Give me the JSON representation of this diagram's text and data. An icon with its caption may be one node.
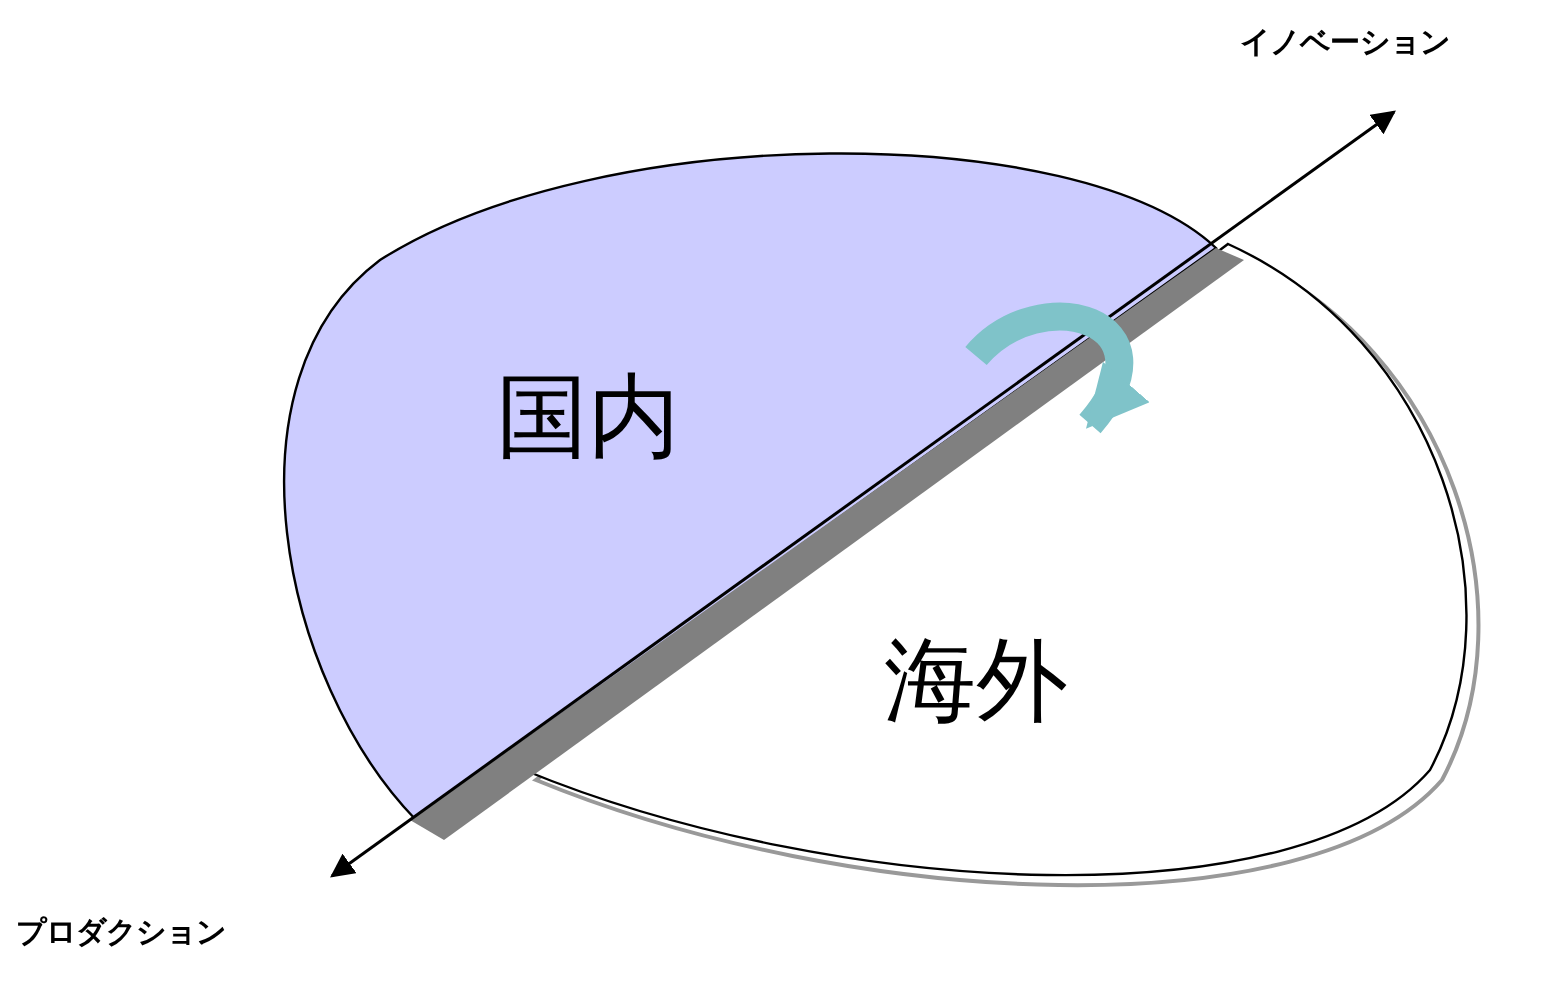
{
  "diagram": {
    "nodes": [
      {
        "text": [
          "国内"
        ]
      },
      {
        "text": [
          "海外"
        ]
      }
    ],
    "edges": [
      {
        "from": 0,
        "to": 1,
        "arrow": "to",
        "color": "#7fc3c9"
      }
    ],
    "labels": [
      "イノベーション",
      "プロダクション"
    ]
  }
}
